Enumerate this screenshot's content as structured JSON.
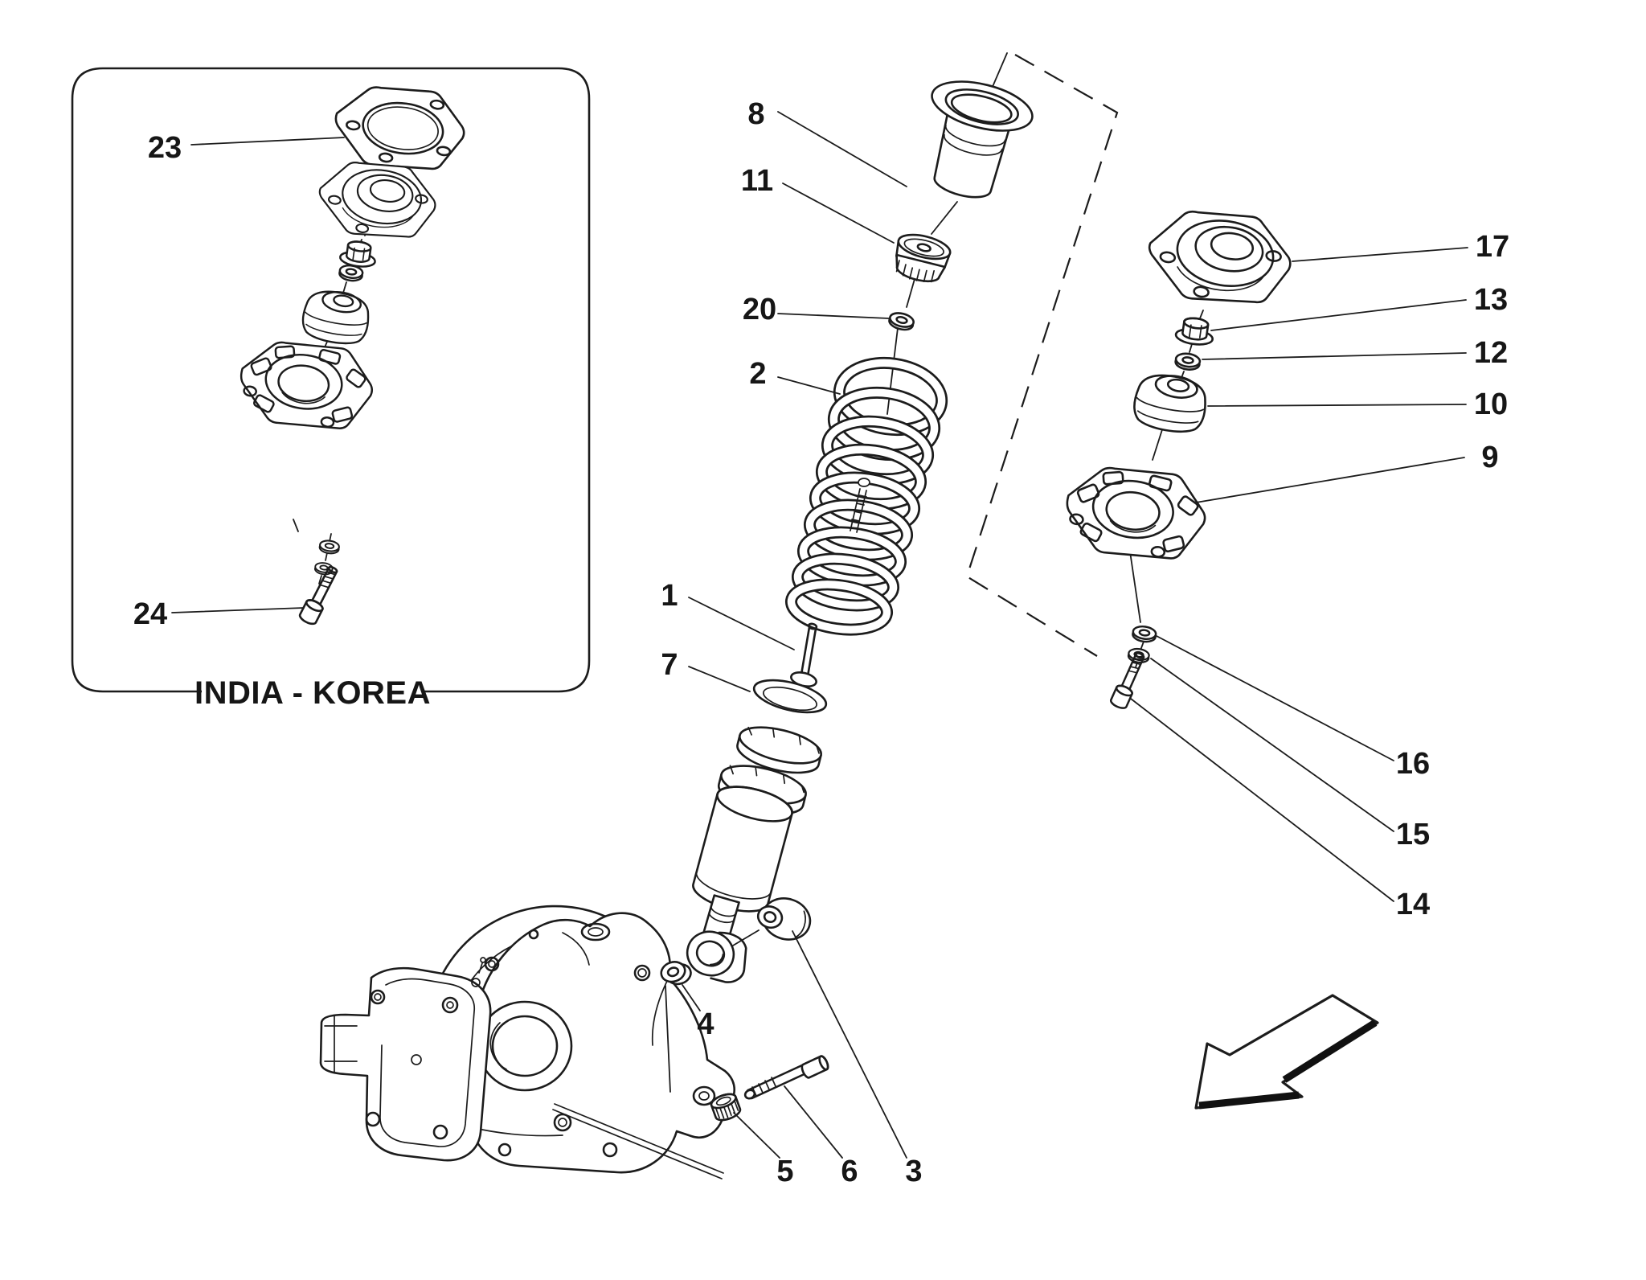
{
  "diagram": {
    "background_color": "#ffffff",
    "line_color": "#1c1c1c",
    "inset_box_label": "INDIA - KOREA",
    "callouts": {
      "n1": "1",
      "n2": "2",
      "n3": "3",
      "n4": "4",
      "n5": "5",
      "n6": "6",
      "n7": "7",
      "n8": "8",
      "n9": "9",
      "n10": "10",
      "n11": "11",
      "n12": "12",
      "n13": "13",
      "n14": "14",
      "n15": "15",
      "n16": "16",
      "n17": "17",
      "n20": "20",
      "n23": "23",
      "n24": "24"
    }
  }
}
